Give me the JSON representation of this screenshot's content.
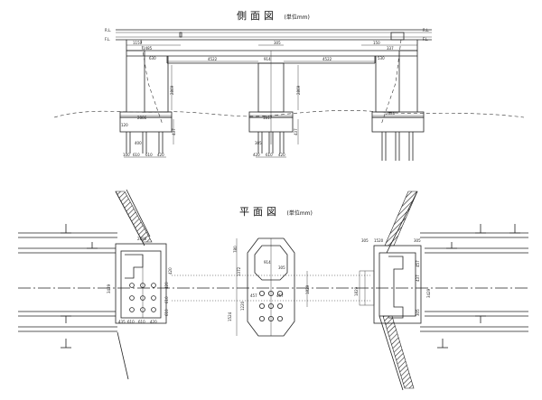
{
  "side_view": {
    "title": "側面図",
    "unit": "(単位mm)",
    "levels": {
      "rl": "R.L.",
      "fl": "F.L."
    },
    "dims": {
      "left_top": "1150",
      "left_mid": "1485",
      "left_cap": "630",
      "span_left": "4522",
      "span_right": "4522",
      "center_top": "305",
      "center_cap": "914",
      "right_top": "150",
      "right_mid": "337",
      "right_cap": "530",
      "h_left": "2869",
      "h_right": "2869",
      "left_footing": "2886",
      "center_footing": "1817",
      "right_footing": "2886",
      "left_base": "437",
      "center_base": "437",
      "left_pile_a": "120",
      "left_pile_b": "300",
      "left_piles": [
        "100",
        "610",
        "610",
        "420"
      ],
      "center_piles": [
        "420",
        "610",
        "420"
      ],
      "left_sub": "400",
      "center_sub": "305",
      "top_small": "305"
    }
  },
  "plan_view": {
    "title": "平面図",
    "unit": "(単位mm)",
    "dims": {
      "left_width": "2886",
      "left_height": "3429",
      "left_left": "305",
      "left_piles": [
        "435",
        "610",
        "610",
        "420"
      ],
      "left_side": [
        "420",
        "610",
        "610",
        "420"
      ],
      "center_w": "914",
      "center_tl": "780",
      "center_l": "1372",
      "center_lb": "1524",
      "center_ld": "1220",
      "center_r1": "305",
      "center_r2": "305",
      "center_b1": "457",
      "center_b2": "457",
      "center_side": "1829",
      "right_top_a": "1520",
      "right_top_b": "305",
      "right_top_c": "305",
      "right_left": "305",
      "right_mid": "1829",
      "right_h": "3429",
      "right_side": [
        "457",
        "437",
        "305"
      ]
    }
  }
}
